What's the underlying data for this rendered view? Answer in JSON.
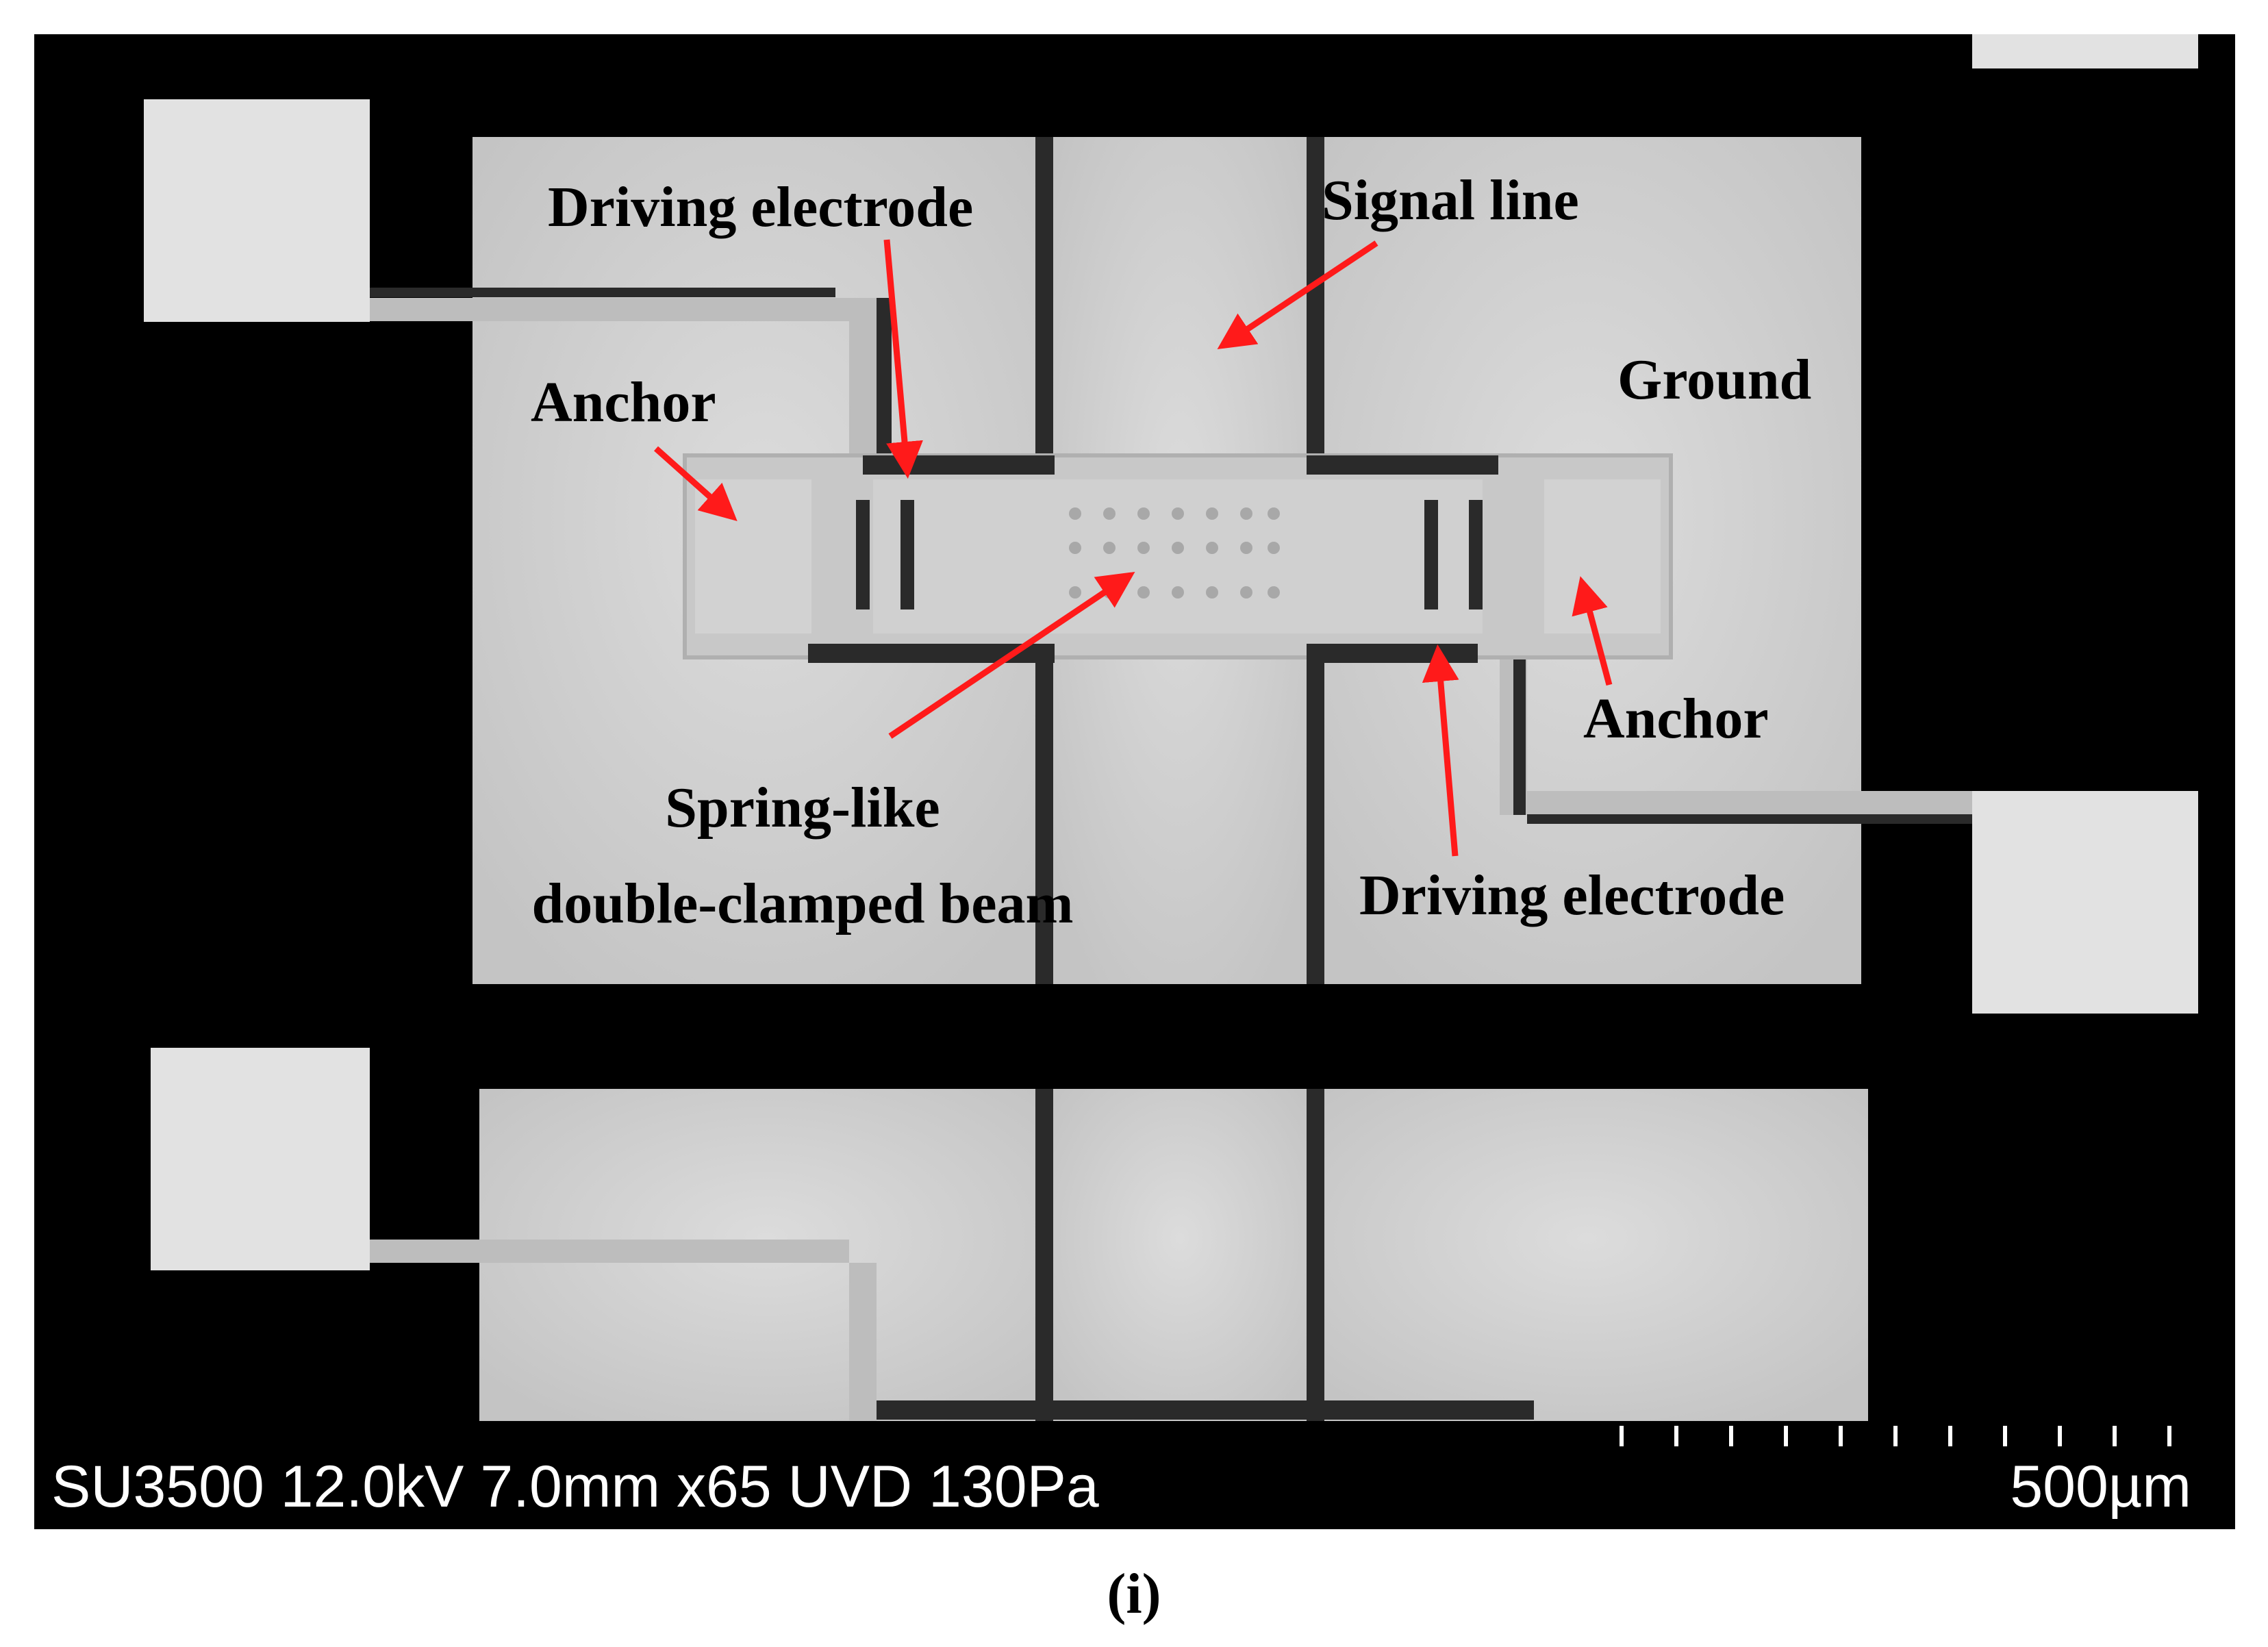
{
  "figure": {
    "caption": "(i)",
    "labels": {
      "driving_electrode_top": "Driving electrode",
      "signal_line": "Signal line",
      "ground": "Ground",
      "anchor_left": "Anchor",
      "anchor_right": "Anchor",
      "beam_line1": "Spring-like",
      "beam_line2": "double-clamped beam",
      "driving_electrode_bottom": "Driving electrode"
    },
    "sem_info": {
      "parameters": "SU3500 12.0kV 7.0mm x65 UVD 130Pa",
      "scale_bar": "500µm"
    },
    "colors": {
      "arrow": "#ff1a1a",
      "background": "#000000",
      "metal": "#d6d6d6",
      "pad": "#e2e2e2",
      "gap": "#2a2a2a"
    }
  }
}
